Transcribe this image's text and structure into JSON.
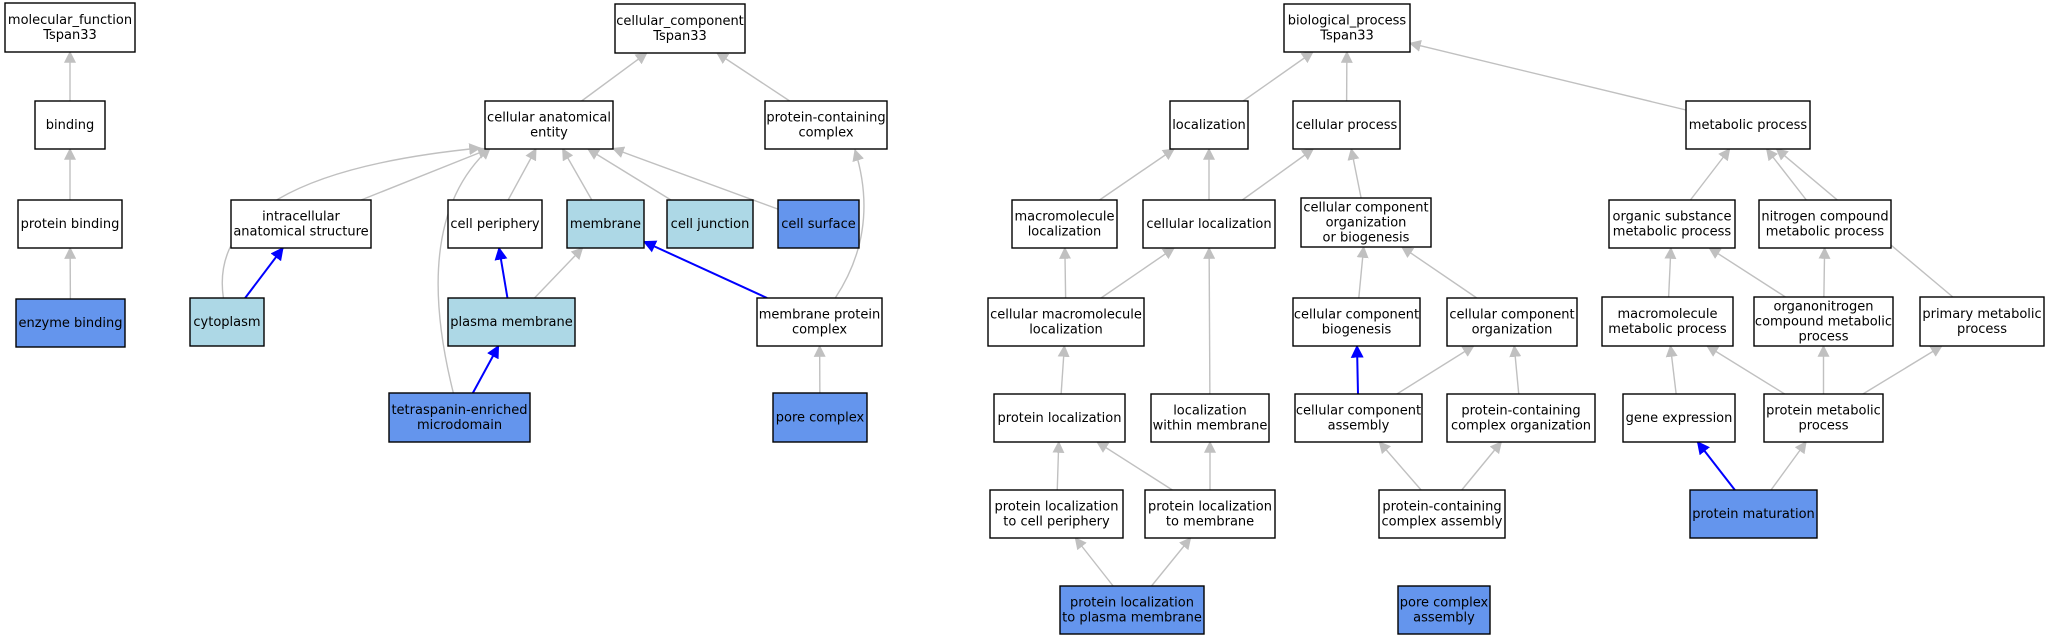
{
  "colors": {
    "plain": "#ffffff",
    "light": "#add8e6",
    "dark": "#6495ed",
    "gray_edge": "#c0c0c0",
    "blue_edge": "#0000ff"
  },
  "nodes": [
    {
      "id": "mf",
      "lines": [
        "molecular_function",
        "Tspan33"
      ],
      "fill": "plain"
    },
    {
      "id": "binding",
      "lines": [
        "binding"
      ],
      "fill": "plain"
    },
    {
      "id": "protein_binding",
      "lines": [
        "protein binding"
      ],
      "fill": "plain"
    },
    {
      "id": "enzyme_binding",
      "lines": [
        "enzyme binding"
      ],
      "fill": "dark"
    },
    {
      "id": "cc",
      "lines": [
        "cellular_component",
        "Tspan33"
      ],
      "fill": "plain"
    },
    {
      "id": "cae",
      "lines": [
        "cellular anatomical",
        "entity"
      ],
      "fill": "plain"
    },
    {
      "id": "pcc",
      "lines": [
        "protein-containing",
        "complex"
      ],
      "fill": "plain"
    },
    {
      "id": "ias",
      "lines": [
        "intracellular",
        "anatomical structure"
      ],
      "fill": "plain"
    },
    {
      "id": "cell_periphery",
      "lines": [
        "cell periphery"
      ],
      "fill": "plain"
    },
    {
      "id": "membrane",
      "lines": [
        "membrane"
      ],
      "fill": "light"
    },
    {
      "id": "cell_junction",
      "lines": [
        "cell junction"
      ],
      "fill": "light"
    },
    {
      "id": "cell_surface",
      "lines": [
        "cell surface"
      ],
      "fill": "dark"
    },
    {
      "id": "cytoplasm",
      "lines": [
        "cytoplasm"
      ],
      "fill": "light"
    },
    {
      "id": "plasma_membrane",
      "lines": [
        "plasma membrane"
      ],
      "fill": "light"
    },
    {
      "id": "mpc",
      "lines": [
        "membrane protein",
        "complex"
      ],
      "fill": "plain"
    },
    {
      "id": "tem",
      "lines": [
        "tetraspanin-enriched",
        "microdomain"
      ],
      "fill": "dark"
    },
    {
      "id": "pore_complex",
      "lines": [
        "pore complex"
      ],
      "fill": "dark"
    },
    {
      "id": "bp",
      "lines": [
        "biological_process",
        "Tspan33"
      ],
      "fill": "plain"
    },
    {
      "id": "localization",
      "lines": [
        "localization"
      ],
      "fill": "plain"
    },
    {
      "id": "cellular_process",
      "lines": [
        "cellular process"
      ],
      "fill": "plain"
    },
    {
      "id": "metabolic_process",
      "lines": [
        "metabolic process"
      ],
      "fill": "plain"
    },
    {
      "id": "macro_loc",
      "lines": [
        "macromolecule",
        "localization"
      ],
      "fill": "plain"
    },
    {
      "id": "cell_loc",
      "lines": [
        "cellular localization"
      ],
      "fill": "plain"
    },
    {
      "id": "ccob",
      "lines": [
        "cellular component",
        "organization",
        "or biogenesis"
      ],
      "fill": "plain"
    },
    {
      "id": "osmp",
      "lines": [
        "organic substance",
        "metabolic process"
      ],
      "fill": "plain"
    },
    {
      "id": "ncmp",
      "lines": [
        "nitrogen compound",
        "metabolic process"
      ],
      "fill": "plain"
    },
    {
      "id": "cml",
      "lines": [
        "cellular macromolecule",
        "localization"
      ],
      "fill": "plain"
    },
    {
      "id": "ccb",
      "lines": [
        "cellular component",
        "biogenesis"
      ],
      "fill": "plain"
    },
    {
      "id": "cco",
      "lines": [
        "cellular component",
        "organization"
      ],
      "fill": "plain"
    },
    {
      "id": "mmp",
      "lines": [
        "macromolecule",
        "metabolic process"
      ],
      "fill": "plain"
    },
    {
      "id": "ocmp",
      "lines": [
        "organonitrogen",
        "compound metabolic",
        "process"
      ],
      "fill": "plain"
    },
    {
      "id": "pmp",
      "lines": [
        "primary metabolic",
        "process"
      ],
      "fill": "plain"
    },
    {
      "id": "protein_loc",
      "lines": [
        "protein localization"
      ],
      "fill": "plain"
    },
    {
      "id": "lwm",
      "lines": [
        "localization",
        "within membrane"
      ],
      "fill": "plain"
    },
    {
      "id": "cca",
      "lines": [
        "cellular component",
        "assembly"
      ],
      "fill": "plain"
    },
    {
      "id": "pcco",
      "lines": [
        "protein-containing",
        "complex organization"
      ],
      "fill": "plain"
    },
    {
      "id": "gene_expression",
      "lines": [
        "gene expression"
      ],
      "fill": "plain"
    },
    {
      "id": "prot_met",
      "lines": [
        "protein metabolic",
        "process"
      ],
      "fill": "plain"
    },
    {
      "id": "pl_cp",
      "lines": [
        "protein localization",
        "to cell periphery"
      ],
      "fill": "plain"
    },
    {
      "id": "pl_mem",
      "lines": [
        "protein localization",
        "to membrane"
      ],
      "fill": "plain"
    },
    {
      "id": "pcca",
      "lines": [
        "protein-containing",
        "complex assembly"
      ],
      "fill": "plain"
    },
    {
      "id": "prot_mat",
      "lines": [
        "protein maturation"
      ],
      "fill": "dark"
    },
    {
      "id": "pl_pm",
      "lines": [
        "protein localization",
        "to plasma membrane"
      ],
      "fill": "dark"
    },
    {
      "id": "pca",
      "lines": [
        "pore complex",
        "assembly"
      ],
      "fill": "dark"
    }
  ],
  "edges": [
    {
      "from": "binding",
      "to": "mf",
      "color": "gray"
    },
    {
      "from": "protein_binding",
      "to": "binding",
      "color": "gray"
    },
    {
      "from": "enzyme_binding",
      "to": "protein_binding",
      "color": "gray"
    },
    {
      "from": "cae",
      "to": "cc",
      "color": "gray"
    },
    {
      "from": "pcc",
      "to": "cc",
      "color": "gray"
    },
    {
      "from": "ias",
      "to": "cae",
      "color": "gray"
    },
    {
      "from": "cell_periphery",
      "to": "cae",
      "color": "gray"
    },
    {
      "from": "membrane",
      "to": "cae",
      "color": "gray"
    },
    {
      "from": "cell_junction",
      "to": "cae",
      "color": "gray"
    },
    {
      "from": "cell_surface",
      "to": "cae",
      "color": "gray"
    },
    {
      "from": "cytoplasm",
      "to": "cae",
      "color": "gray"
    },
    {
      "from": "tem",
      "to": "cae",
      "color": "gray"
    },
    {
      "from": "cytoplasm",
      "to": "ias",
      "color": "blue"
    },
    {
      "from": "plasma_membrane",
      "to": "cell_periphery",
      "color": "blue"
    },
    {
      "from": "plasma_membrane",
      "to": "membrane",
      "color": "gray"
    },
    {
      "from": "mpc",
      "to": "membrane",
      "color": "blue"
    },
    {
      "from": "mpc",
      "to": "pcc",
      "color": "gray"
    },
    {
      "from": "tem",
      "to": "plasma_membrane",
      "color": "blue"
    },
    {
      "from": "pore_complex",
      "to": "mpc",
      "color": "gray"
    },
    {
      "from": "localization",
      "to": "bp",
      "color": "gray"
    },
    {
      "from": "cellular_process",
      "to": "bp",
      "color": "gray"
    },
    {
      "from": "metabolic_process",
      "to": "bp",
      "color": "gray"
    },
    {
      "from": "macro_loc",
      "to": "localization",
      "color": "gray"
    },
    {
      "from": "cell_loc",
      "to": "localization",
      "color": "gray"
    },
    {
      "from": "cell_loc",
      "to": "cellular_process",
      "color": "gray"
    },
    {
      "from": "ccob",
      "to": "cellular_process",
      "color": "gray"
    },
    {
      "from": "osmp",
      "to": "metabolic_process",
      "color": "gray"
    },
    {
      "from": "ncmp",
      "to": "metabolic_process",
      "color": "gray"
    },
    {
      "from": "pmp",
      "to": "metabolic_process",
      "color": "gray"
    },
    {
      "from": "cml",
      "to": "macro_loc",
      "color": "gray"
    },
    {
      "from": "cml",
      "to": "cell_loc",
      "color": "gray"
    },
    {
      "from": "lwm",
      "to": "cell_loc",
      "color": "gray"
    },
    {
      "from": "ccb",
      "to": "ccob",
      "color": "gray"
    },
    {
      "from": "cco",
      "to": "ccob",
      "color": "gray"
    },
    {
      "from": "mmp",
      "to": "osmp",
      "color": "gray"
    },
    {
      "from": "ocmp",
      "to": "osmp",
      "color": "gray"
    },
    {
      "from": "ocmp",
      "to": "ncmp",
      "color": "gray"
    },
    {
      "from": "protein_loc",
      "to": "cml",
      "color": "gray"
    },
    {
      "from": "cca",
      "to": "ccb",
      "color": "blue"
    },
    {
      "from": "cca",
      "to": "cco",
      "color": "gray"
    },
    {
      "from": "pcco",
      "to": "cco",
      "color": "gray"
    },
    {
      "from": "gene_expression",
      "to": "mmp",
      "color": "gray"
    },
    {
      "from": "prot_met",
      "to": "mmp",
      "color": "gray"
    },
    {
      "from": "prot_met",
      "to": "ocmp",
      "color": "gray"
    },
    {
      "from": "prot_met",
      "to": "pmp",
      "color": "gray"
    },
    {
      "from": "pl_cp",
      "to": "protein_loc",
      "color": "gray"
    },
    {
      "from": "pl_mem",
      "to": "protein_loc",
      "color": "gray"
    },
    {
      "from": "pl_mem",
      "to": "lwm",
      "color": "gray"
    },
    {
      "from": "pcca",
      "to": "cca",
      "color": "gray"
    },
    {
      "from": "pcca",
      "to": "pcco",
      "color": "gray"
    },
    {
      "from": "prot_mat",
      "to": "gene_expression",
      "color": "blue"
    },
    {
      "from": "prot_mat",
      "to": "prot_met",
      "color": "gray"
    },
    {
      "from": "pl_pm",
      "to": "pl_cp",
      "color": "gray"
    },
    {
      "from": "pl_pm",
      "to": "pl_mem",
      "color": "gray"
    }
  ]
}
